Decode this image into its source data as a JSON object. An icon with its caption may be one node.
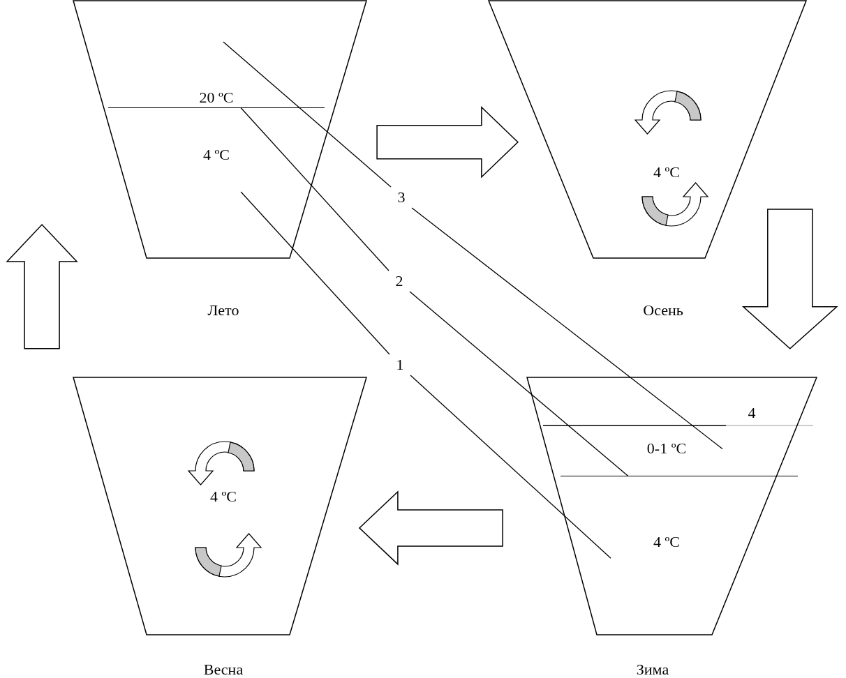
{
  "diagram": {
    "nodes": [
      {
        "text": [
          "Лето"
        ]
      },
      {
        "text": [
          "20 ºC"
        ],
        "in": 0
      },
      {
        "text": [],
        "shape": "line",
        "in": 0
      },
      {
        "text": [
          "4 ºC"
        ],
        "in": 0
      },
      {
        "text": [
          "Осень"
        ]
      },
      {
        "text": [
          "4 ºC"
        ],
        "in": 4
      },
      {
        "text": [
          "3"
        ]
      },
      {
        "text": [
          "2"
        ]
      },
      {
        "text": [
          "1"
        ]
      },
      {
        "text": [
          "Весна"
        ]
      },
      {
        "text": [
          "4 ºC"
        ],
        "in": 9
      },
      {
        "text": [
          "Зима"
        ]
      },
      {
        "text": [
          "0-1 ºC"
        ],
        "in": 11
      },
      {
        "text": [],
        "shape": "line",
        "in": 11
      },
      {
        "text": [
          "4 ºC"
        ],
        "in": 11
      }
    ],
    "edges": [
      {
        "from": 0,
        "to": 4,
        "arrow": "to"
      },
      {
        "from": 4,
        "to": 11,
        "arrow": "to"
      },
      {
        "from": 11,
        "to": 9,
        "arrow": "to"
      },
      {
        "from": 9,
        "to": 0,
        "arrow": "to"
      },
      {
        "from": 6,
        "to": 1,
        "arrow": "none"
      },
      {
        "from": 6,
        "to": 12,
        "arrow": "none"
      },
      {
        "from": 7,
        "to": 2,
        "arrow": "none"
      },
      {
        "from": 7,
        "to": 13,
        "arrow": "none"
      },
      {
        "from": 8,
        "to": 3,
        "arrow": "none"
      },
      {
        "from": 8,
        "to": 14,
        "arrow": "none"
      }
    ],
    "labels": [
      "4"
    ]
  }
}
